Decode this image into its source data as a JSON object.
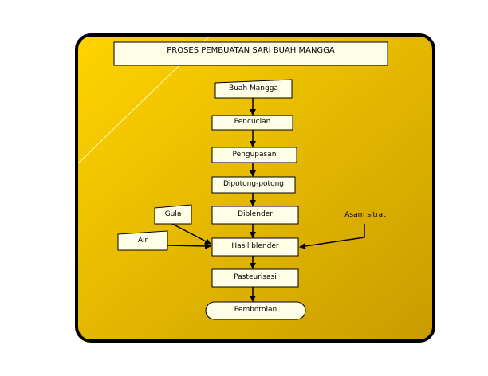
{
  "title": "PROSES PEMBUATAN SARI BUAH MANGGA",
  "steps": {
    "buah_mangga": "Buah Mangga",
    "pencucian": "Pencucian",
    "pengupasan": "Pengupasan",
    "dipotong": "Dipotong-potong",
    "diblender": "Diblender",
    "hasil_blender": "Hasil blender",
    "pasteurisasi": "Pasteurisasi",
    "pembotolan": "Pembotolan"
  },
  "inputs": {
    "gula": "Gula",
    "air": "Air",
    "asam_sitrat": "Asam sitrat"
  },
  "colors": {
    "panel_light": "#ffd400",
    "panel_dark": "#c99c00",
    "box_fill": "#ffffe8",
    "line": "#000000"
  }
}
